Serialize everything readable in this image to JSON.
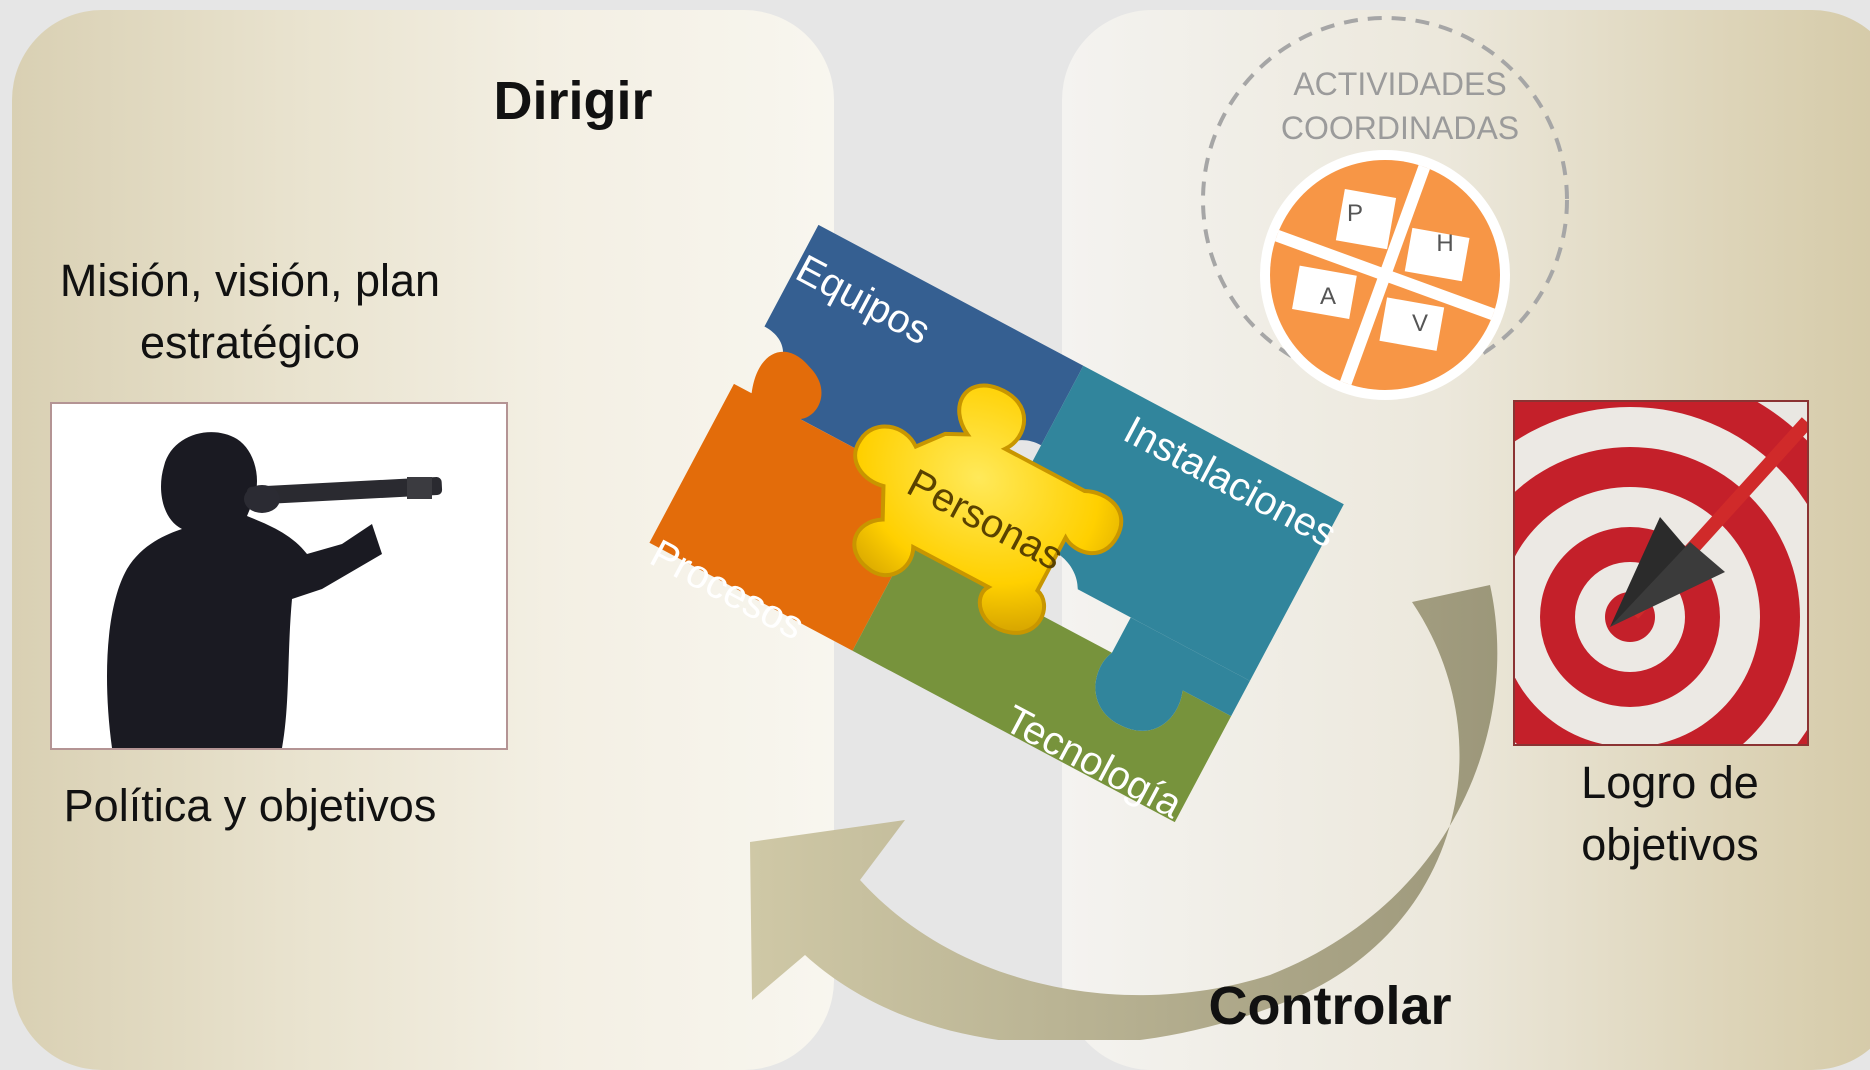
{
  "titles": {
    "dirigir": "Dirigir",
    "controlar": "Controlar"
  },
  "left": {
    "mision": "Misión, visión, plan estratégico",
    "politica": "Política y objetivos"
  },
  "right": {
    "logro": "Logro de objetivos",
    "actividades": "ACTIVIDADES COORDINADAS"
  },
  "puzzle": {
    "equipos": "Equipos",
    "instalaciones": "Instalaciones",
    "procesos": "Procesos",
    "tecnologia": "Tecnología",
    "personas": "Personas"
  },
  "phva": {
    "p": "P",
    "h": "H",
    "a": "A",
    "v": "V"
  },
  "colors": {
    "equipos": "#355f91",
    "instalaciones": "#31859c",
    "procesos": "#e36c0a",
    "tecnologia": "#77933c",
    "personas": "#ffd700",
    "phva": "#f79646",
    "arrow": "#b8b08c"
  }
}
